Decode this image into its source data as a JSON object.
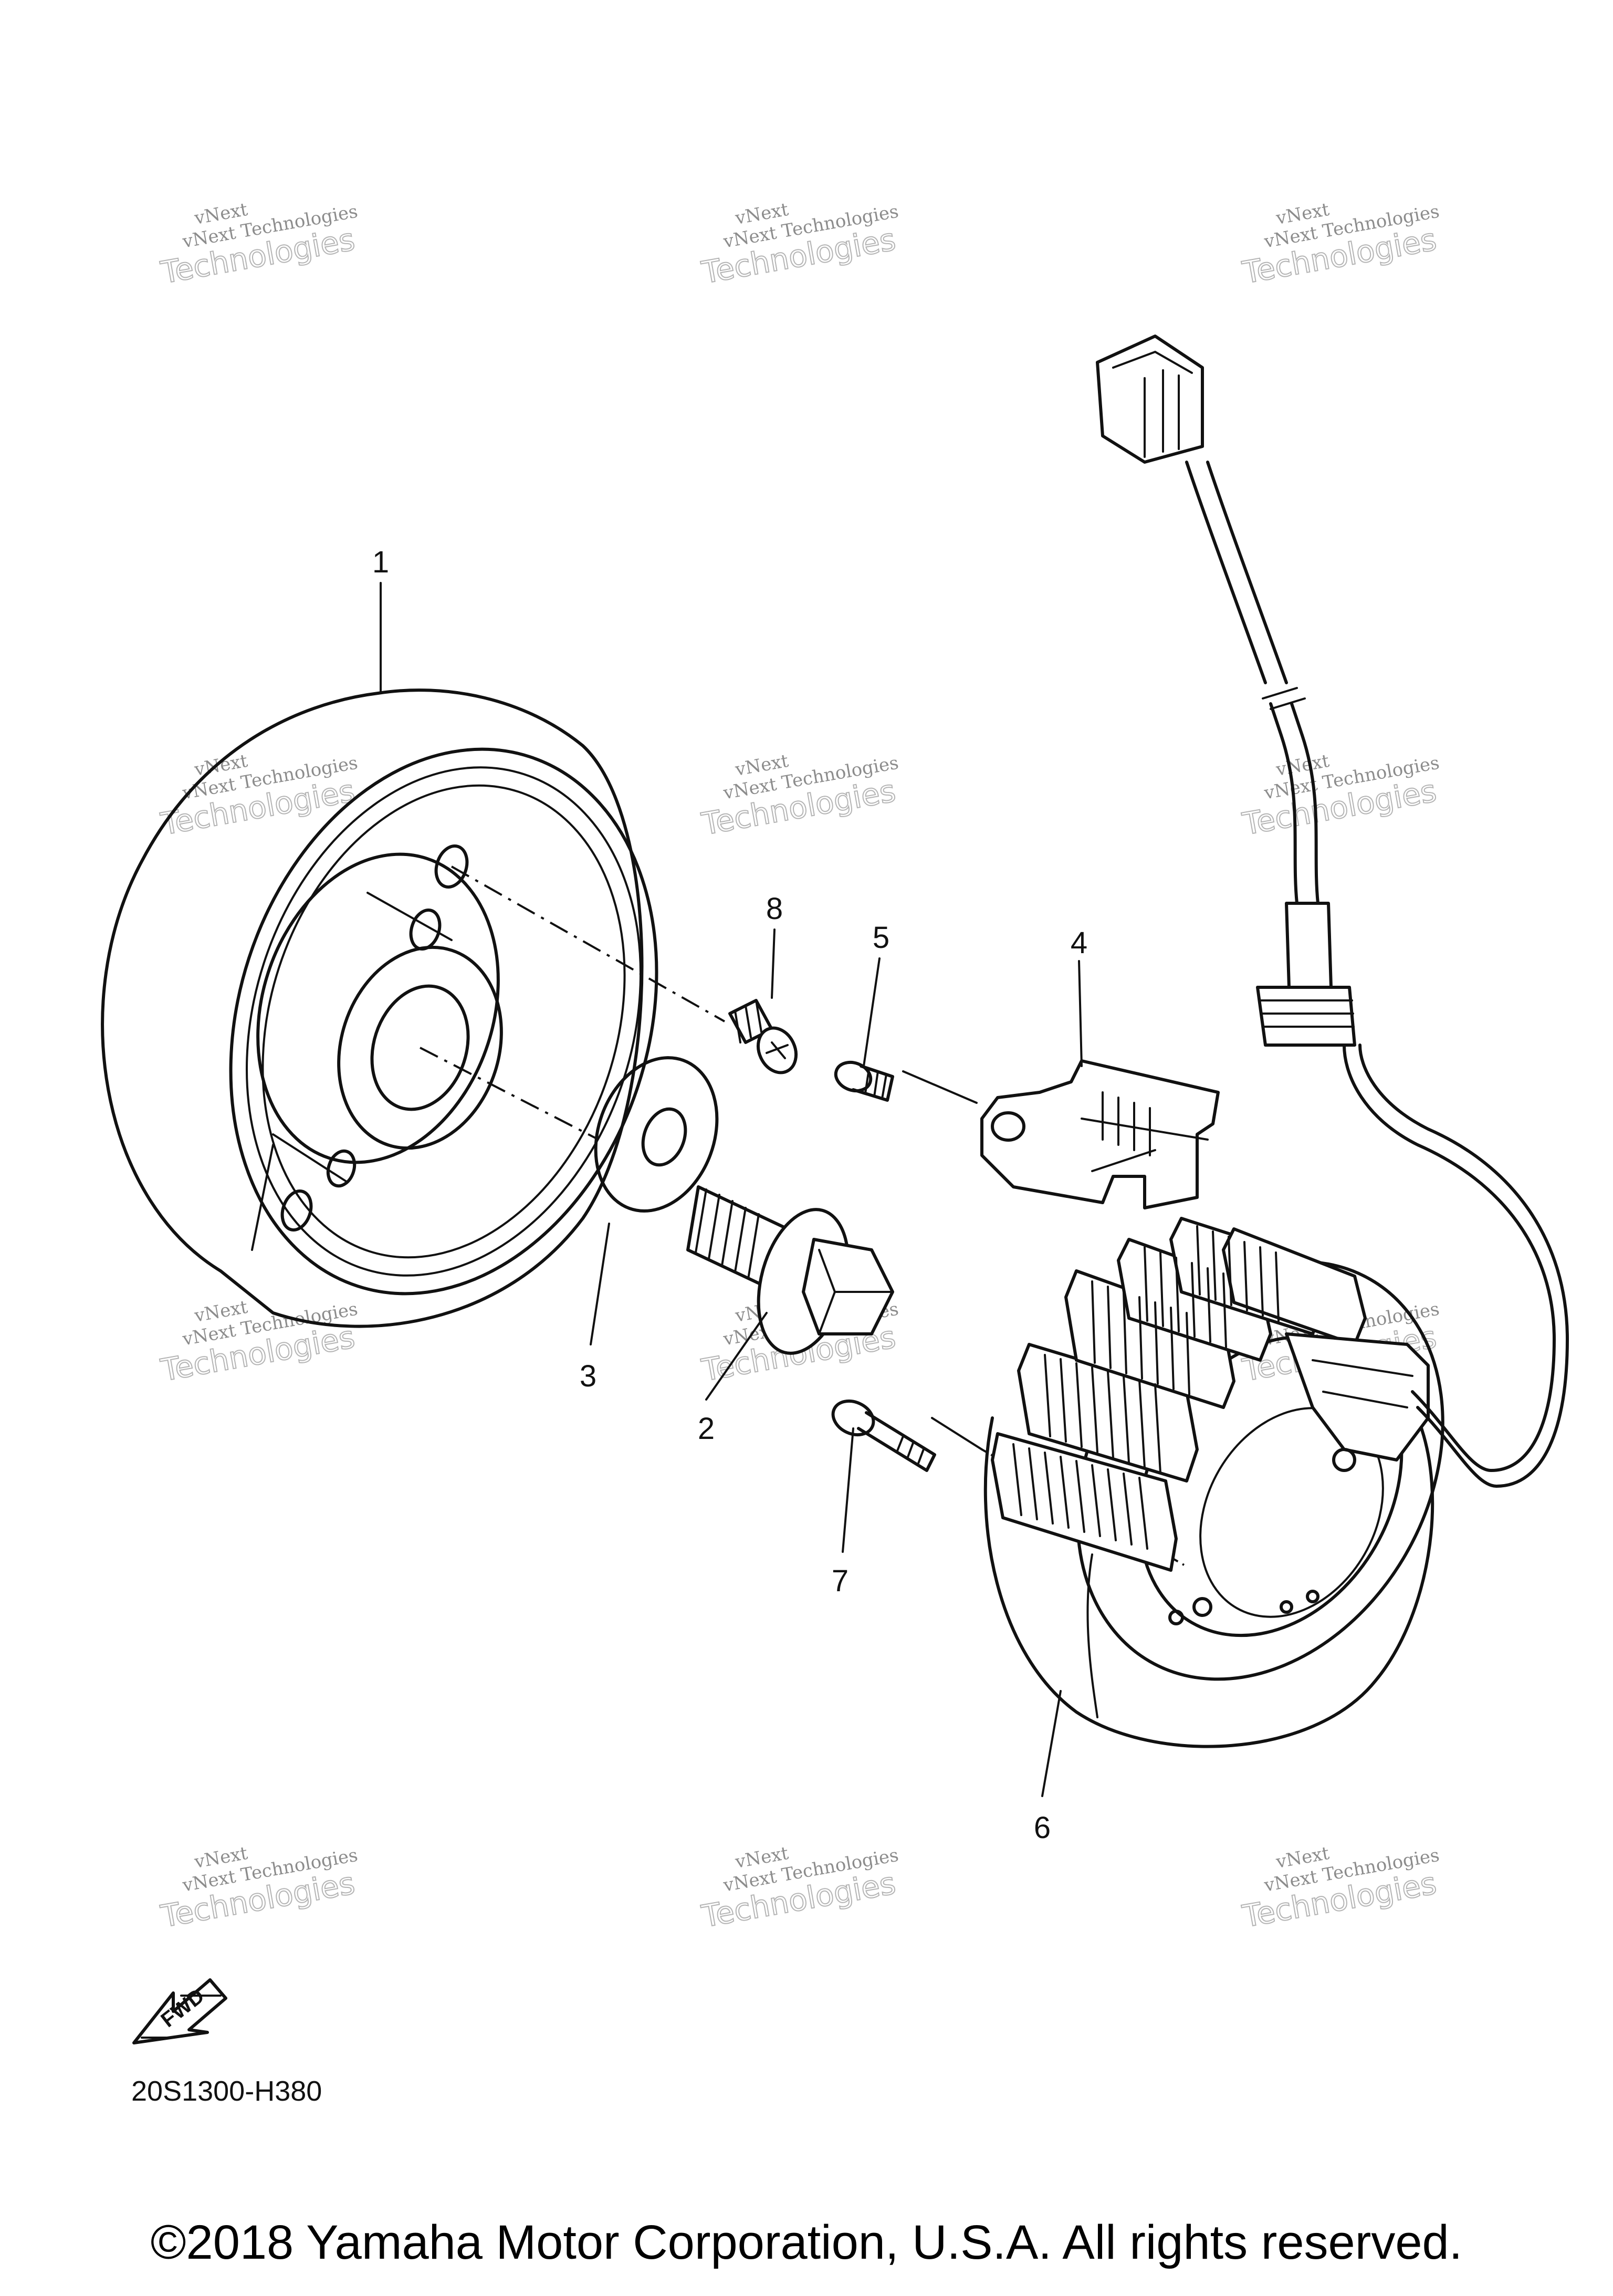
{
  "diagram": {
    "reference_code": "20S1300-H380",
    "fwd_label": "FWD",
    "copyright": "©2018 Yamaha Motor Corporation, U.S.A. All rights reserved.",
    "watermark_line1": "vNext Technologies",
    "watermark_line2": "Technologies",
    "watermark_line3": "vNext",
    "callouts": [
      {
        "id": "1",
        "label": "1"
      },
      {
        "id": "2",
        "label": "2"
      },
      {
        "id": "3",
        "label": "3"
      },
      {
        "id": "4",
        "label": "4"
      },
      {
        "id": "5",
        "label": "5"
      },
      {
        "id": "6",
        "label": "6"
      },
      {
        "id": "7",
        "label": "7"
      },
      {
        "id": "8",
        "label": "8"
      }
    ]
  }
}
